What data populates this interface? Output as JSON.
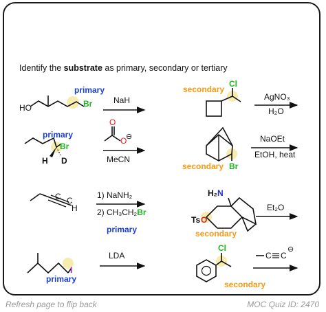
{
  "instruction": {
    "pre": "Identify the ",
    "bold": "substrate",
    "post": " as primary, secondary or tertiary"
  },
  "labels": {
    "primary": "primary",
    "secondary": "secondary"
  },
  "atoms": {
    "HO": "HO",
    "Br": "Br",
    "Cl": "Cl",
    "H": "H",
    "D": "D",
    "I": "I",
    "H2N": "H₂N",
    "Ts": "Ts",
    "O": "O",
    "minus": "⊖"
  },
  "reagents": {
    "r1": "NaH",
    "r2_below": "MeCN",
    "r3_1": "1) NaNH₂",
    "r3_2": "2) CH₃CH₂Br",
    "r4": "LDA",
    "r5_top": "AgNO₃",
    "r5_bottom": "H₂O",
    "r6_top": "NaOEt",
    "r6_bottom": "EtOH, heat",
    "r7": "Et₂O"
  },
  "colors": {
    "primary": "#1a3fd0",
    "secondary": "#f59a16",
    "halogen": "#22b422",
    "iodine": "#a024c8",
    "nitrogen": "#2233cc",
    "oxygen": "#e02020",
    "highlight": "#f5ecae"
  },
  "footer": {
    "left": "Refresh page to flip back",
    "right": "MOC Quiz ID: 2470"
  }
}
